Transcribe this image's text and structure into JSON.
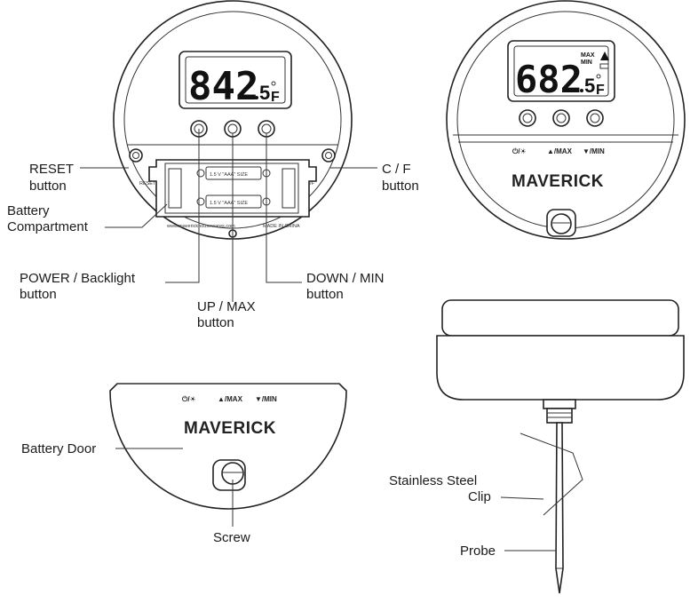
{
  "labels": {
    "reset": [
      "RESET",
      "button"
    ],
    "battery_compartment": [
      "Battery",
      "Compartment"
    ],
    "power_backlight": [
      "POWER / Backlight",
      "button"
    ],
    "up_max": [
      "UP / MAX",
      "button"
    ],
    "down_min": [
      "DOWN / MIN",
      "button"
    ],
    "c_f": [
      "C / F",
      "button"
    ],
    "battery_door": "Battery Door",
    "screw": "Screw",
    "stainless_clip": [
      "Stainless Steel",
      "Clip"
    ],
    "probe": "Probe"
  },
  "back_view": {
    "display_digits": "842",
    "display_decimal": "5",
    "display_unit": "F",
    "reset_tag": "RESET",
    "cf_tag": "C/F",
    "battery_1": "1.5 V \"AAA\" SIZE",
    "battery_2": "1.5 V \"AAA\" SIZE",
    "website": "www.maverickhousewares.com",
    "made_in": "MADE IN CHINA"
  },
  "front_view": {
    "display_digits": "682",
    "display_decimal": "5",
    "display_unit": "F",
    "max_tag": "MAX",
    "min_tag": "MIN",
    "power_symbol": "⏻/☀",
    "max_label": "▲/MAX",
    "min_label": "▼/MIN",
    "brand": "MAVERICK"
  },
  "door_view": {
    "power_symbol": "⏻/☀",
    "max_label": "▲/MAX",
    "min_label": "▼/MIN",
    "brand": "MAVERICK"
  },
  "colors": {
    "outline": "#222222",
    "background": "#ffffff"
  }
}
